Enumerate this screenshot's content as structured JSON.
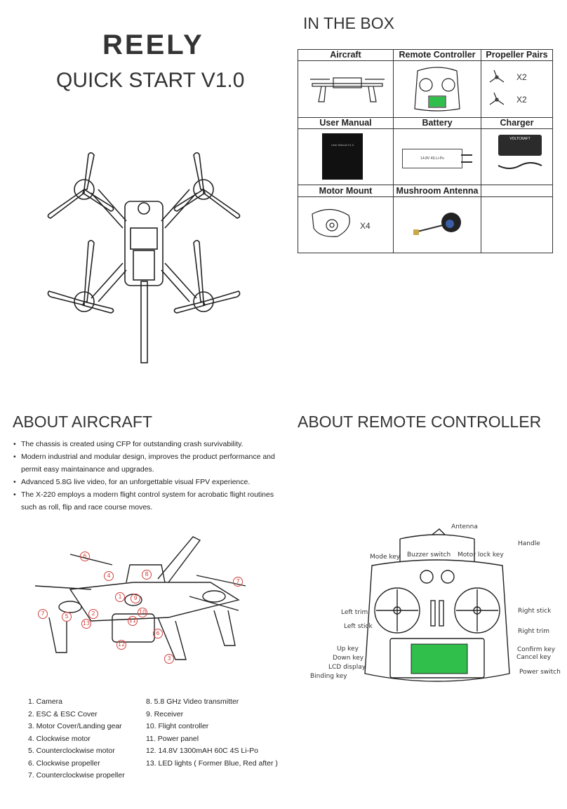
{
  "header": {
    "brand": "REELY",
    "title": "QUICK START V1.0"
  },
  "in_the_box": {
    "heading": "IN THE BOX",
    "headers_row1": [
      "Aircraft",
      "Remote Controller",
      "Propeller Pairs"
    ],
    "headers_row2": [
      "User Manual",
      "Battery",
      "Charger"
    ],
    "headers_row3": [
      "Motor Mount",
      "Mushroom Antenna"
    ],
    "prop_qty_1": "X2",
    "prop_qty_2": "X2",
    "mount_qty": "X4",
    "manual_cover_text": "User Manual V1.0",
    "battery_text": "14.8V 4S Li-Po",
    "charger_brand": "VOLTCRAFT"
  },
  "about_aircraft": {
    "heading": "ABOUT AIRCRAFT",
    "bullets": [
      "The chassis is created using CFP for outstanding crash survivability.",
      "Modern industrial and modular design, improves the product performance and permit easy maintainance and upgrades.",
      "Advanced 5.8G live video, for an unforgettable visual FPV experience.",
      "The X-220 employs a modern flight control system for acrobatic flight routines such as roll, flip and race course moves."
    ],
    "parts_left": [
      "1. Camera",
      "2. ESC & ESC Cover",
      "3. Motor Cover/Landing gear",
      "4. Clockwise motor",
      "5. Counterclockwise motor",
      "6. Clockwise propeller",
      "7. Counterclockwise propeller"
    ],
    "parts_right": [
      "8. 5.8 GHz Video transmitter",
      "9. Receiver",
      "10. Flight controller",
      "11. Power panel",
      "12. 14.8V 1300mAH 60C 4S Li-Po",
      "13. LED lights ( Former Blue, Red after )"
    ],
    "callout_numbers": [
      "1",
      "2",
      "3",
      "4",
      "5",
      "6",
      "7",
      "8",
      "9",
      "10",
      "11",
      "12",
      "13"
    ],
    "accent_color": "#d2413c"
  },
  "about_remote": {
    "heading": "ABOUT REMOTE CONTROLLER",
    "labels": {
      "antenna": "Antenna",
      "handle": "Handle",
      "mode_key": "Mode key",
      "buzzer_switch": "Buzzer switch",
      "motor_lock_key": "Motor lock key",
      "left_trim": "Left trim",
      "left_stick": "Left stick",
      "right_stick": "Right stick",
      "right_trim": "Right trim",
      "up_key": "Up key",
      "down_key": "Down key",
      "lcd_display": "LCD display",
      "binding_key": "Binding key",
      "confirm_key": "Confirm key",
      "cancel_key": "Cancel key",
      "power_switch": "Power switch"
    },
    "lcd_color": "#2fbf4a"
  }
}
